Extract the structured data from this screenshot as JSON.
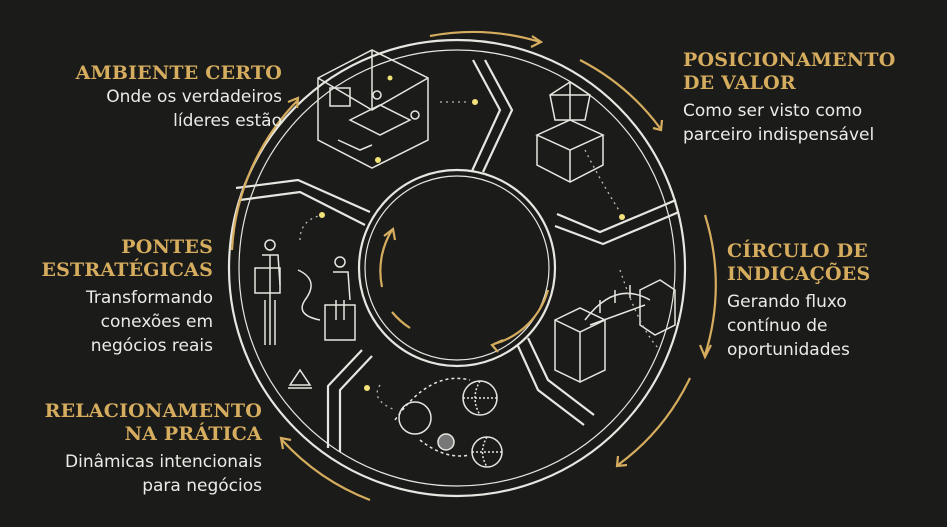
{
  "colors": {
    "background": "#1b1b1a",
    "gold": "#d6ad5e",
    "line": "#e8e6e0"
  },
  "steps": [
    {
      "title_lines": [
        "AMBIENTE CERTO"
      ],
      "desc_lines": [
        "Onde os verdadeiros",
        "líderes estão"
      ],
      "icon": "room-icon"
    },
    {
      "title_lines": [
        "POSICIONAMENTO",
        "DE VALOR"
      ],
      "desc_lines": [
        "Como ser visto como",
        "parceiro indispensável"
      ],
      "icon": "pedestal-gem-icon"
    },
    {
      "title_lines": [
        "CÍRCULO DE",
        "INDICAÇÕES"
      ],
      "desc_lines": [
        "Gerando fluxo",
        "contínuo de",
        "oportunidades"
      ],
      "icon": "bridge-icon"
    },
    {
      "title_lines": [
        "RELACIONAMENTO",
        "NA PRÁTICA"
      ],
      "desc_lines": [
        "Dinâmicas intencionais",
        "para negócios"
      ],
      "icon": "orbit-spheres-icon"
    },
    {
      "title_lines": [
        "PONTES",
        "ESTRATÉGICAS"
      ],
      "desc_lines": [
        "Transformando",
        "conexões em",
        "negócios reais"
      ],
      "icon": "people-presenting-icon"
    }
  ]
}
